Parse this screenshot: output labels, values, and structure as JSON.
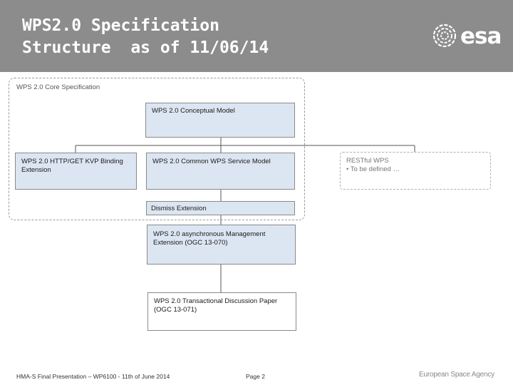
{
  "header": {
    "title_line1": "WPS2.0 Specification",
    "title_line2": "Structure  as of 11/06/14",
    "logo_text": "esa"
  },
  "diagram": {
    "core_group_label": "WPS 2.0 Core Specification",
    "boxes": {
      "conceptual_model": "WPS 2.0 Conceptual  Model",
      "http_get_kvp": "WPS 2.0 HTTP/GET KVP Binding Extension",
      "common_service_model": "WPS 2.0 Common WPS Service Model",
      "dismiss_extension": "Dismiss Extension",
      "async_management": "WPS 2.0 asynchronous Management Extension (OGC 13-070)",
      "transactional": "WPS 2.0 Transactional Discussion Paper (OGC 13-071)",
      "restful_title": "RESTful WPS",
      "restful_bullet": "• To be defined …"
    }
  },
  "footer": {
    "presentation": "HMA-S Final Presentation – WP6100 - 11th of June 2014",
    "page": "Page 2",
    "agency": "European Space Agency"
  }
}
